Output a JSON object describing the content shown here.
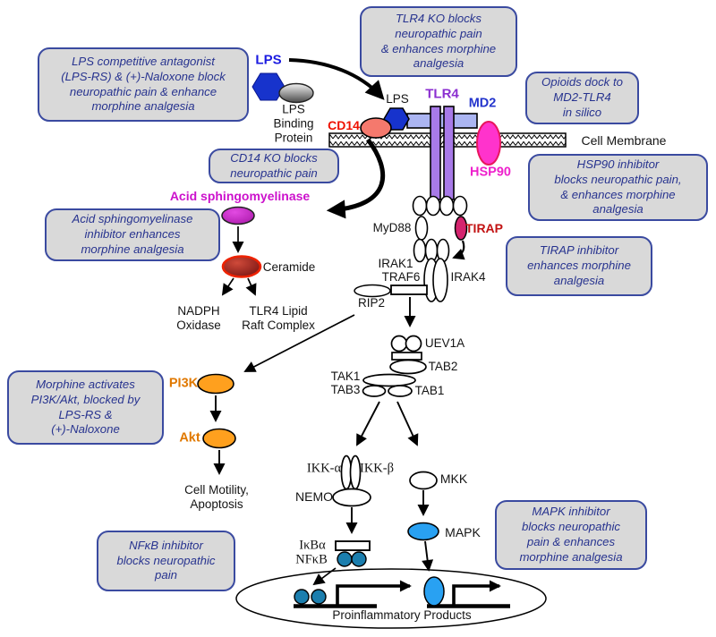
{
  "title": "TLR4 neuropathic pain / morphine analgesia signaling pathway",
  "colors": {
    "box_fill": "#d9d9d9",
    "box_border": "#3a4aa0",
    "box_text": "#27338f",
    "lps_blue_label": "#1a1ae0",
    "lps_hex_fill": "#1733cc",
    "tlr4_purple": "#8b2fd0",
    "tlr4_bar_fill": "#a87ae8",
    "md2_blue": "#2233cc",
    "md2_bar_fill": "#abb5f2",
    "cd14_red": "#ee1100",
    "cd14_fill": "#f5796d",
    "hsp90_magenta": "#ee22cc",
    "hsp90_fill": "#ff33cc",
    "tirap_darkred": "#c21212",
    "tirap_fill": "#d4246e",
    "asm_magenta": "#cc11cc",
    "asm_fill": "#c524c5",
    "ceramide_outline": "#ee2200",
    "pi3k_orange_text": "#e07800",
    "orange_fill": "#ffa01e",
    "mapk_blue_fill": "#29a1f2",
    "nfkb_teal_fill": "#1b7eae"
  },
  "callouts": {
    "lps_antagonist": "LPS competitive antagonist\n(LPS-RS) & (+)-Naloxone block\nneuropathic pain & enhance\nmorphine analgesia",
    "tlr4_ko": "TLR4 KO blocks\nneuropathic pain\n& enhances morphine\nanalgesia",
    "opioids_dock": "Opioids dock to\nMD2-TLR4\nin silico",
    "cd14_ko": "CD14 KO blocks\nneuropathic pain",
    "hsp90_inhibitor": "HSP90 inhibitor\nblocks neuropathic pain,\n& enhances morphine\nanalgesia",
    "asm_inhibitor": "Acid sphingomyelinase\ninhibitor enhances\nmorphine analgesia",
    "tirap_inhibitor": "TIRAP inhibitor\nenhances morphine\nanalgesia",
    "morphine_activates": "Morphine activates\nPI3K/Akt, blocked by\nLPS-RS &\n(+)-Naloxone",
    "nfkb_inhibitor": "NFκB inhibitor\nblocks neuropathic\npain",
    "mapk_inhibitor": "MAPK inhibitor\nblocks neuropathic\npain & enhances\nmorphine analgesia"
  },
  "labels": {
    "lps_top": "LPS",
    "lps_binding_protein": "LPS\nBinding\nProtein",
    "lps_membrane": "LPS",
    "cd14": "CD14",
    "tlr4": "TLR4",
    "md2": "MD2",
    "cell_membrane": "Cell Membrane",
    "hsp90": "HSP90",
    "acid_sphingomyelinase": "Acid sphingomyelinase",
    "ceramide": "Ceramide",
    "nadph_oxidase": "NADPH\nOxidase",
    "tlr4_lipid_raft": "TLR4 Lipid\nRaft Complex",
    "myd88": "MyD88",
    "tirap": "TIRAP",
    "irak1": "IRAK1",
    "traf6": "TRAF6",
    "irak4": "IRAK4",
    "rip2": "RIP2",
    "uev1a": "UEV1A",
    "tab2": "TAB2",
    "tak1": "TAK1",
    "tab3": "TAB3",
    "tab1": "TAB1",
    "pi3k": "PI3K",
    "akt": "Akt",
    "cell_motility": "Cell Motility,\nApoptosis",
    "ikk_alpha": "IKK-α",
    "ikk_beta": "IKK-β",
    "nemo": "NEMO",
    "ikba": "IκBα",
    "nfkb": "NFκB",
    "mkk": "MKK",
    "mapk": "MAPK",
    "proinflammatory": "Proinflammatory Products"
  }
}
